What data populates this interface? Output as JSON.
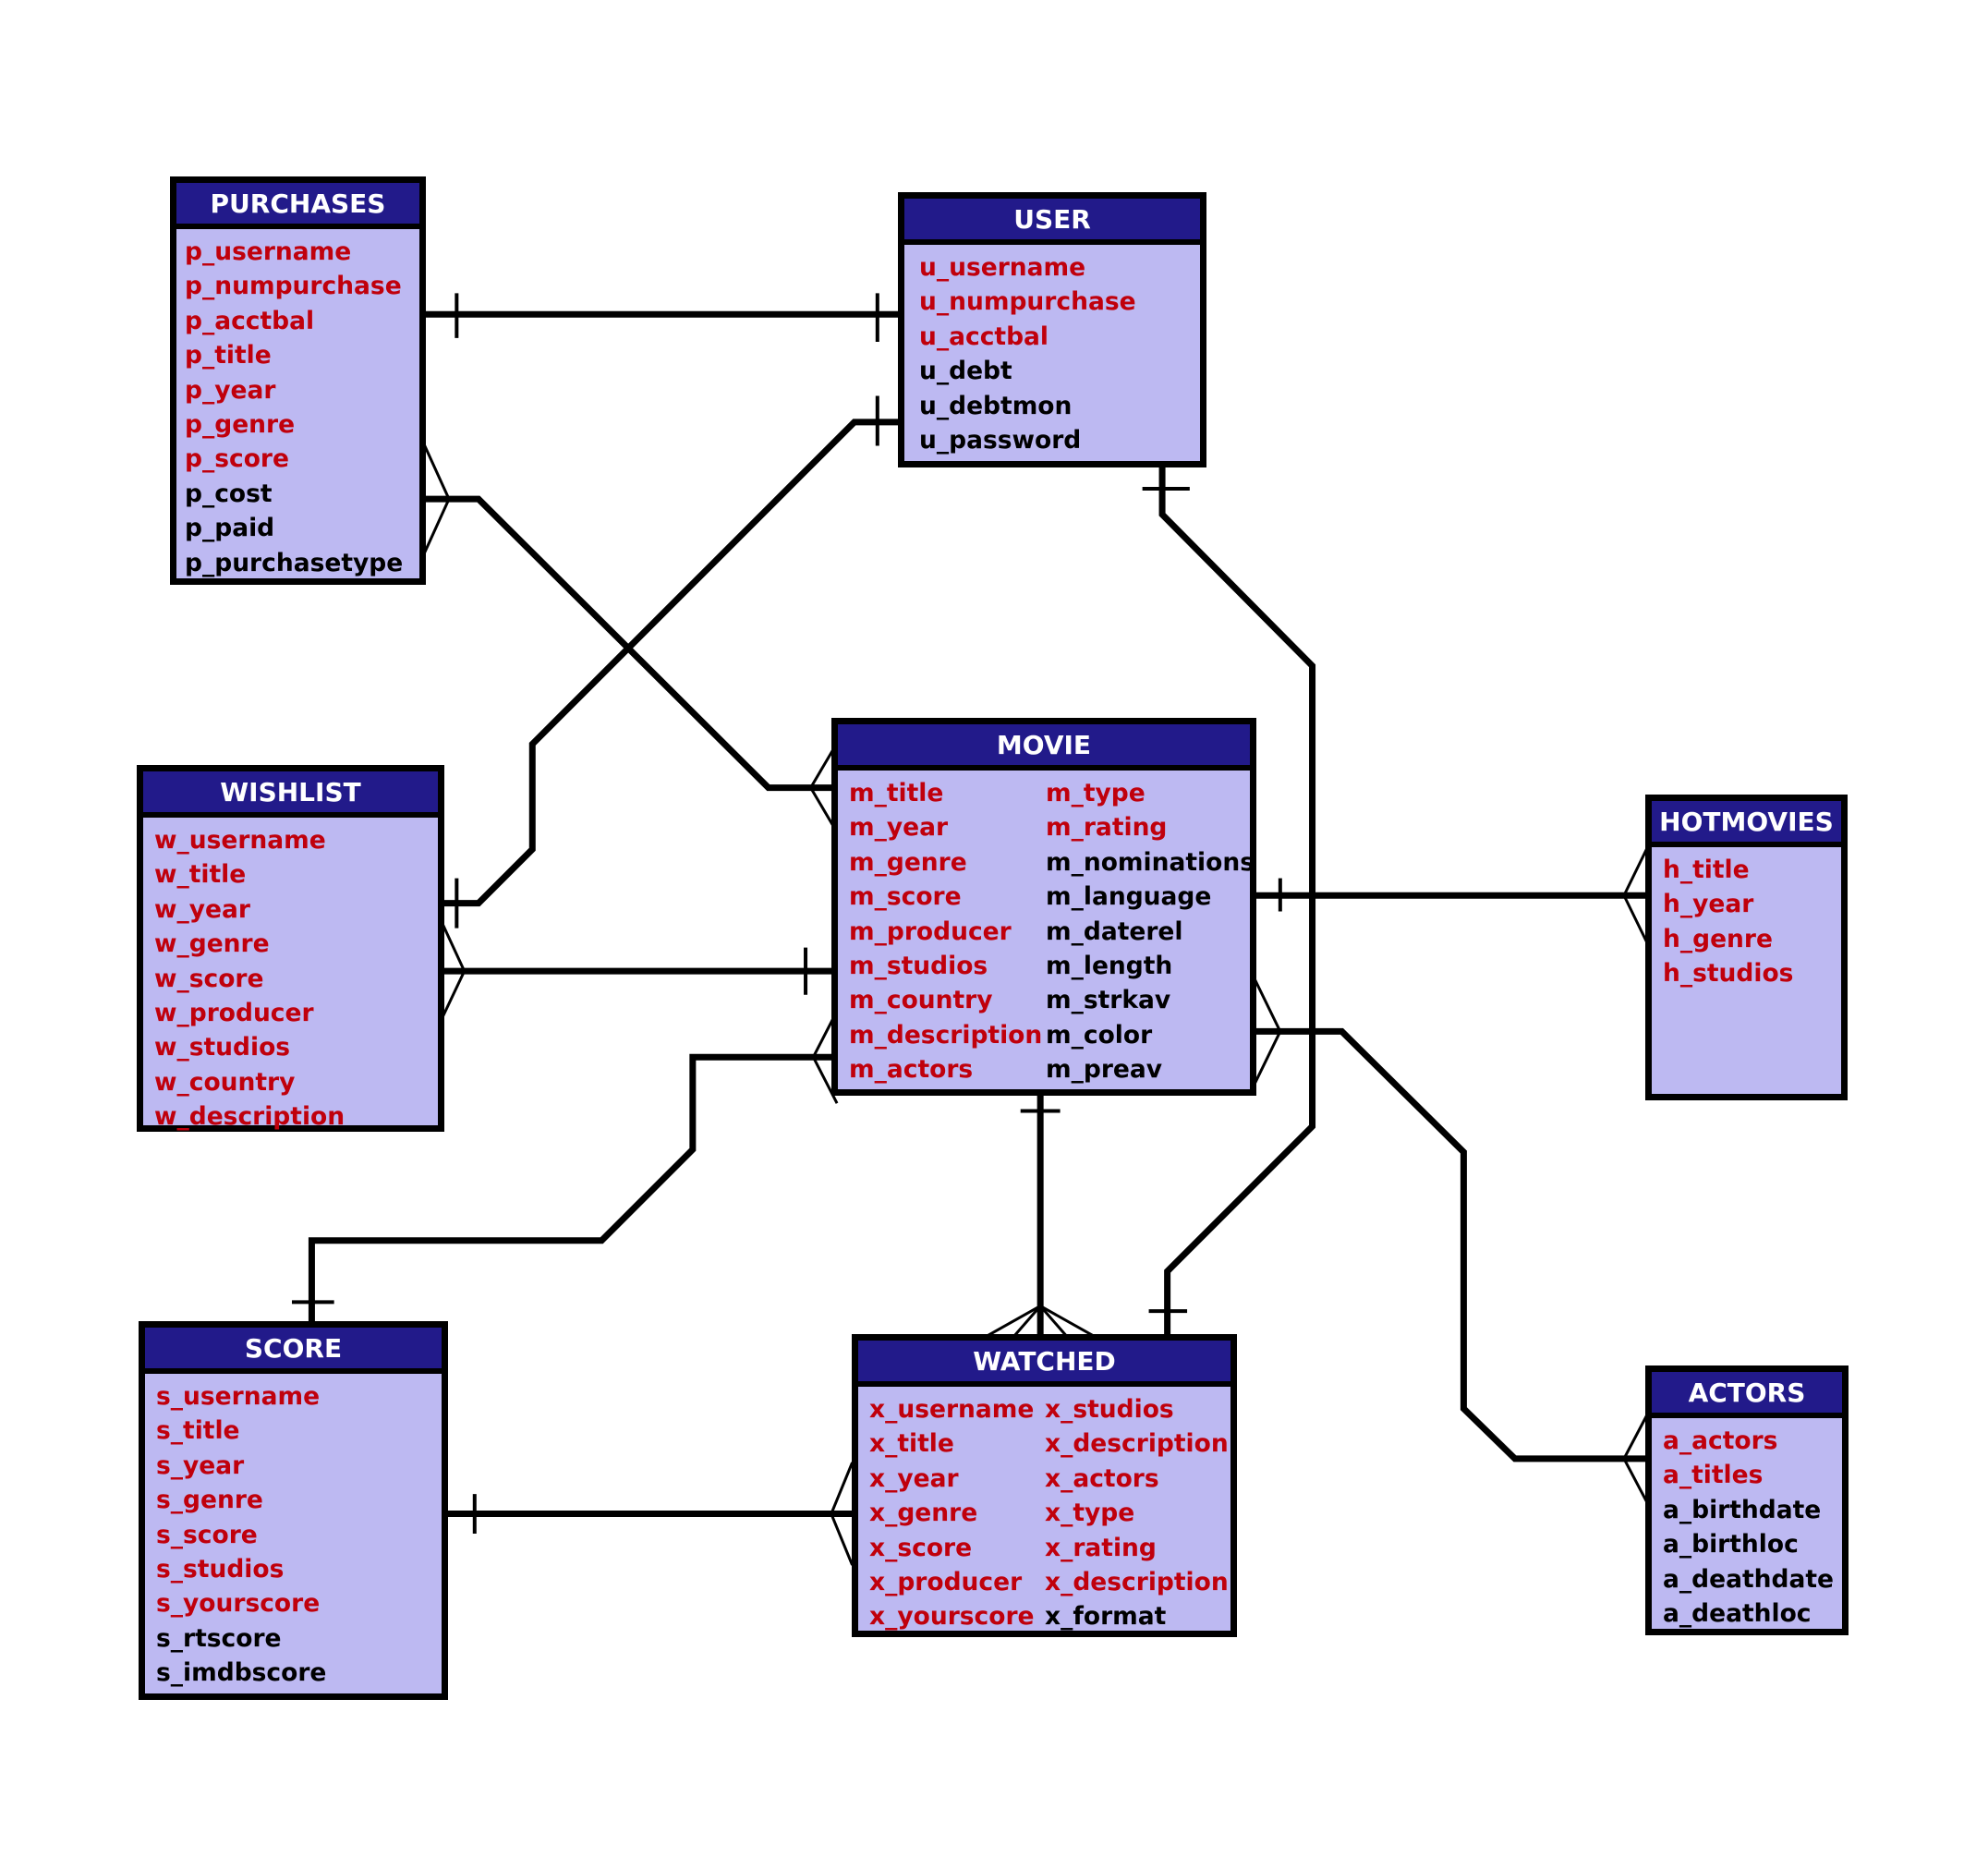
{
  "colors": {
    "header_bg": "#221a8a",
    "header_text": "#ffffff",
    "body_bg": "#bdb9f2",
    "key_attribute": "#c0000c",
    "attribute": "#000000",
    "line": "#000000"
  },
  "entities": {
    "purchases": {
      "title": "PURCHASES",
      "columns": [
        [
          {
            "name": "p_username",
            "key": true
          },
          {
            "name": "p_numpurchase",
            "key": true
          },
          {
            "name": "p_acctbal",
            "key": true
          },
          {
            "name": "p_title",
            "key": true
          },
          {
            "name": "p_year",
            "key": true
          },
          {
            "name": "p_genre",
            "key": true
          },
          {
            "name": "p_score",
            "key": true
          },
          {
            "name": "p_cost",
            "key": false
          },
          {
            "name": "p_paid",
            "key": false
          },
          {
            "name": "p_purchasetype",
            "key": false
          }
        ]
      ]
    },
    "user": {
      "title": "USER",
      "columns": [
        [
          {
            "name": "u_username",
            "key": true
          },
          {
            "name": "u_numpurchase",
            "key": true
          },
          {
            "name": "u_acctbal",
            "key": true
          },
          {
            "name": "u_debt",
            "key": false
          },
          {
            "name": "u_debtmon",
            "key": false
          },
          {
            "name": "u_password",
            "key": false
          }
        ]
      ]
    },
    "wishlist": {
      "title": "WISHLIST",
      "columns": [
        [
          {
            "name": "w_username",
            "key": true
          },
          {
            "name": "w_title",
            "key": true
          },
          {
            "name": "w_year",
            "key": true
          },
          {
            "name": "w_genre",
            "key": true
          },
          {
            "name": "w_score",
            "key": true
          },
          {
            "name": "w_producer",
            "key": true
          },
          {
            "name": "w_studios",
            "key": true
          },
          {
            "name": "w_country",
            "key": true
          },
          {
            "name": "w_description",
            "key": true
          }
        ]
      ]
    },
    "movie": {
      "title": "MOVIE",
      "columns": [
        [
          {
            "name": "m_title",
            "key": true
          },
          {
            "name": "m_year",
            "key": true
          },
          {
            "name": "m_genre",
            "key": true
          },
          {
            "name": "m_score",
            "key": true
          },
          {
            "name": "m_producer",
            "key": true
          },
          {
            "name": "m_studios",
            "key": true
          },
          {
            "name": "m_country",
            "key": true
          },
          {
            "name": "m_description",
            "key": true
          },
          {
            "name": "m_actors",
            "key": true
          }
        ],
        [
          {
            "name": "m_type",
            "key": true
          },
          {
            "name": "m_rating",
            "key": true
          },
          {
            "name": "m_nominations",
            "key": false
          },
          {
            "name": "m_language",
            "key": false
          },
          {
            "name": "m_daterel",
            "key": false
          },
          {
            "name": "m_length",
            "key": false
          },
          {
            "name": "m_strkav",
            "key": false
          },
          {
            "name": "m_color",
            "key": false
          },
          {
            "name": "m_preav",
            "key": false
          }
        ]
      ]
    },
    "hotmovies": {
      "title": "HOTMOVIES",
      "columns": [
        [
          {
            "name": "h_title",
            "key": true
          },
          {
            "name": "h_year",
            "key": true
          },
          {
            "name": "h_genre",
            "key": true
          },
          {
            "name": "h_studios",
            "key": true
          }
        ]
      ]
    },
    "score": {
      "title": "SCORE",
      "columns": [
        [
          {
            "name": "s_username",
            "key": true
          },
          {
            "name": "s_title",
            "key": true
          },
          {
            "name": "s_year",
            "key": true
          },
          {
            "name": "s_genre",
            "key": true
          },
          {
            "name": "s_score",
            "key": true
          },
          {
            "name": "s_studios",
            "key": true
          },
          {
            "name": "s_yourscore",
            "key": true
          },
          {
            "name": "s_rtscore",
            "key": false
          },
          {
            "name": "s_imdbscore",
            "key": false
          }
        ]
      ]
    },
    "watched": {
      "title": "WATCHED",
      "columns": [
        [
          {
            "name": "x_username",
            "key": true
          },
          {
            "name": "x_title",
            "key": true
          },
          {
            "name": "x_year",
            "key": true
          },
          {
            "name": "x_genre",
            "key": true
          },
          {
            "name": "x_score",
            "key": true
          },
          {
            "name": "x_producer",
            "key": true
          },
          {
            "name": "x_yourscore",
            "key": true
          }
        ],
        [
          {
            "name": "x_studios",
            "key": true
          },
          {
            "name": "x_description",
            "key": true
          },
          {
            "name": "x_actors",
            "key": true
          },
          {
            "name": "x_type",
            "key": true
          },
          {
            "name": "x_rating",
            "key": true
          },
          {
            "name": "x_description",
            "key": true
          },
          {
            "name": "x_format",
            "key": false
          }
        ]
      ]
    },
    "actors": {
      "title": "ACTORS",
      "columns": [
        [
          {
            "name": "a_actors",
            "key": true
          },
          {
            "name": "a_titles",
            "key": true
          },
          {
            "name": "a_birthdate",
            "key": false
          },
          {
            "name": "a_birthloc",
            "key": false
          },
          {
            "name": "a_deathdate",
            "key": false
          },
          {
            "name": "a_deathloc",
            "key": false
          }
        ]
      ]
    }
  },
  "relationships": [
    {
      "id": "purchases-user",
      "from": "PURCHASES",
      "to": "USER",
      "from_end": "one",
      "to_end": "one"
    },
    {
      "id": "purchases-movie",
      "from": "PURCHASES",
      "to": "MOVIE",
      "from_end": "many",
      "to_end": "many"
    },
    {
      "id": "wishlist-user",
      "from": "WISHLIST",
      "to": "USER",
      "from_end": "one",
      "to_end": "one"
    },
    {
      "id": "wishlist-movie",
      "from": "WISHLIST",
      "to": "MOVIE",
      "from_end": "many",
      "to_end": "one"
    },
    {
      "id": "user-watched",
      "from": "USER",
      "to": "WATCHED",
      "from_end": "one",
      "to_end": "one"
    },
    {
      "id": "movie-hotmovies",
      "from": "MOVIE",
      "to": "HOTMOVIES",
      "from_end": "one",
      "to_end": "many"
    },
    {
      "id": "movie-actors",
      "from": "MOVIE",
      "to": "ACTORS",
      "from_end": "many",
      "to_end": "many"
    },
    {
      "id": "score-movie",
      "from": "SCORE",
      "to": "MOVIE",
      "from_end": "one",
      "to_end": "many"
    },
    {
      "id": "movie-watched",
      "from": "MOVIE",
      "to": "WATCHED",
      "from_end": "one",
      "to_end": "many"
    },
    {
      "id": "score-watched",
      "from": "SCORE",
      "to": "WATCHED",
      "from_end": "one",
      "to_end": "many"
    }
  ]
}
